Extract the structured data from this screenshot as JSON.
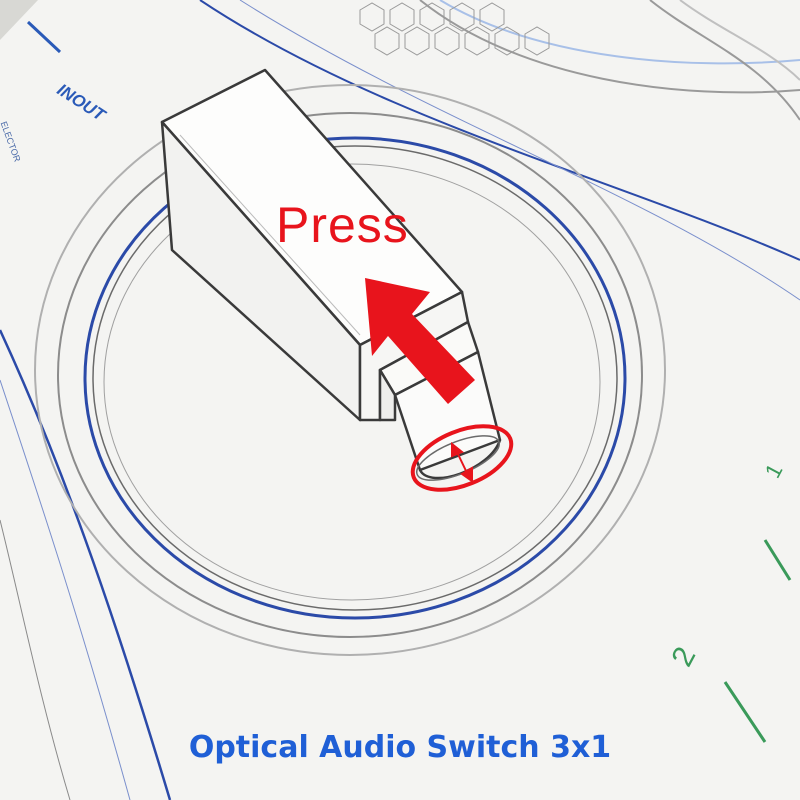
{
  "callout": {
    "text": "Press",
    "color": "#e8141c"
  },
  "caption": {
    "text": "Optical Audio Switch 3x1",
    "color": "#1f5fd6"
  },
  "panel": {
    "port_label": "INOUT",
    "selector_label": "ELECTOR",
    "port_numbers": [
      "1",
      "2"
    ]
  },
  "colors": {
    "outline": "#2b4aa8",
    "arrow": "#e8141c",
    "numbers": "#3a9a5a",
    "background": "#f4f4f2"
  },
  "icons": {
    "arrow": "press-arrow-icon",
    "measure": "double-arrow-icon"
  }
}
